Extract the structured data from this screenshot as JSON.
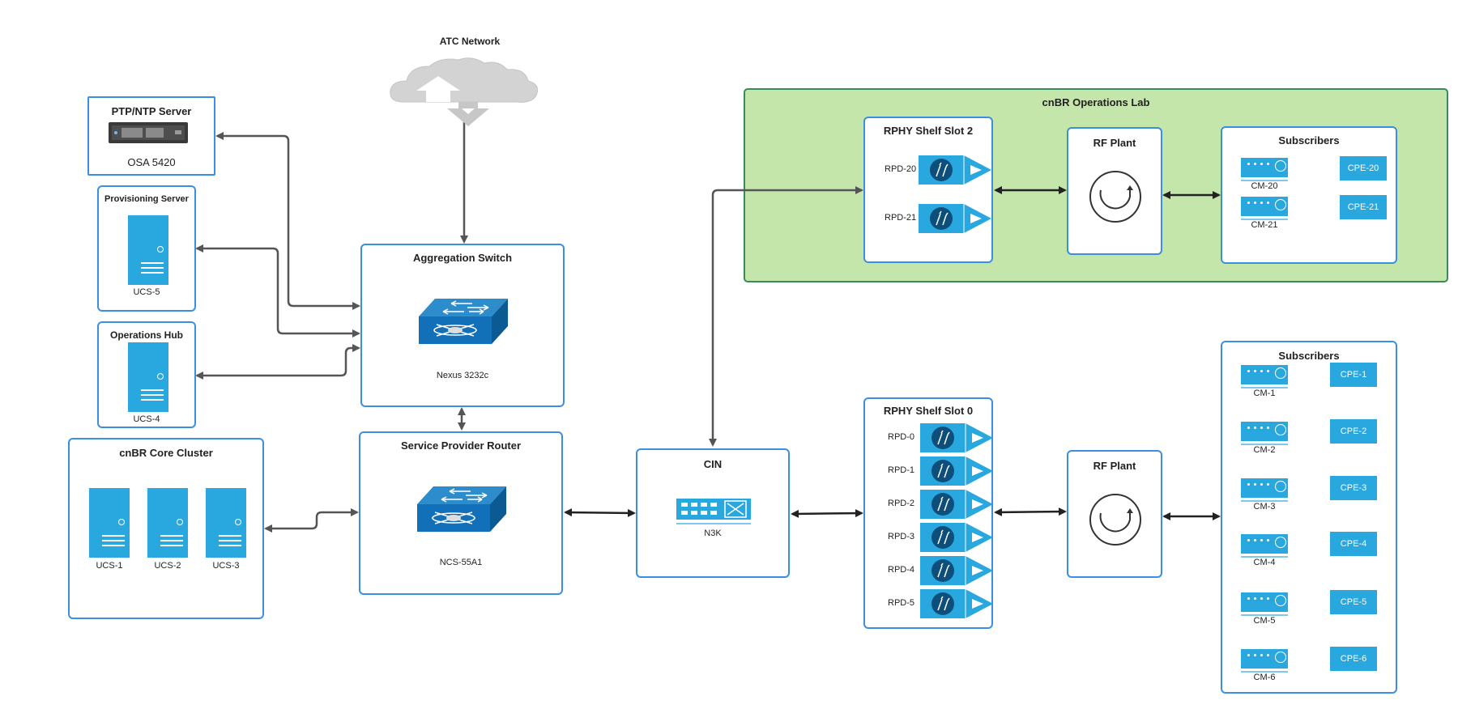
{
  "atc": {
    "title": "ATC Network"
  },
  "ptp": {
    "title": "PTP/NTP Server",
    "device": "OSA 5420"
  },
  "provisioning": {
    "title": "Provisioning Server",
    "device": "UCS-5"
  },
  "ops_hub": {
    "title": "Operations Hub",
    "device": "UCS-4"
  },
  "core_cluster": {
    "title": "cnBR Core Cluster",
    "devices": [
      "UCS-1",
      "UCS-2",
      "UCS-3"
    ]
  },
  "agg_switch": {
    "title": "Aggregation Switch",
    "device": "Nexus 3232c"
  },
  "sp_router": {
    "title": "Service Provider Router",
    "device": "NCS-55A1"
  },
  "cin": {
    "title": "CIN",
    "device": "N3K"
  },
  "ops_lab": {
    "title": "cnBR Operations Lab"
  },
  "shelf2": {
    "title": "RPHY Shelf Slot 2",
    "rpds": [
      "RPD-20",
      "RPD-21"
    ]
  },
  "rf_plant_top": {
    "title": "RF Plant"
  },
  "subs_top": {
    "title": "Subscribers",
    "cms": [
      "CM-20",
      "CM-21"
    ],
    "cpes": [
      "CPE-20",
      "CPE-21"
    ]
  },
  "shelf0": {
    "title": "RPHY Shelf Slot 0",
    "rpds": [
      "RPD-0",
      "RPD-1",
      "RPD-2",
      "RPD-3",
      "RPD-4",
      "RPD-5"
    ]
  },
  "rf_plant_bottom": {
    "title": "RF Plant"
  },
  "subs_bottom": {
    "title": "Subscribers",
    "cms": [
      "CM-1",
      "CM-2",
      "CM-3",
      "CM-4",
      "CM-5",
      "CM-6"
    ],
    "cpes": [
      "CPE-1",
      "CPE-2",
      "CPE-3",
      "CPE-4",
      "CPE-5",
      "CPE-6"
    ]
  },
  "colors": {
    "accent": "#3b8fe0",
    "device": "#29a8e0",
    "router": "#1170b8",
    "lab_bg": "#c4e6ab",
    "lab_border": "#3a8a5a",
    "line": "#555555"
  }
}
